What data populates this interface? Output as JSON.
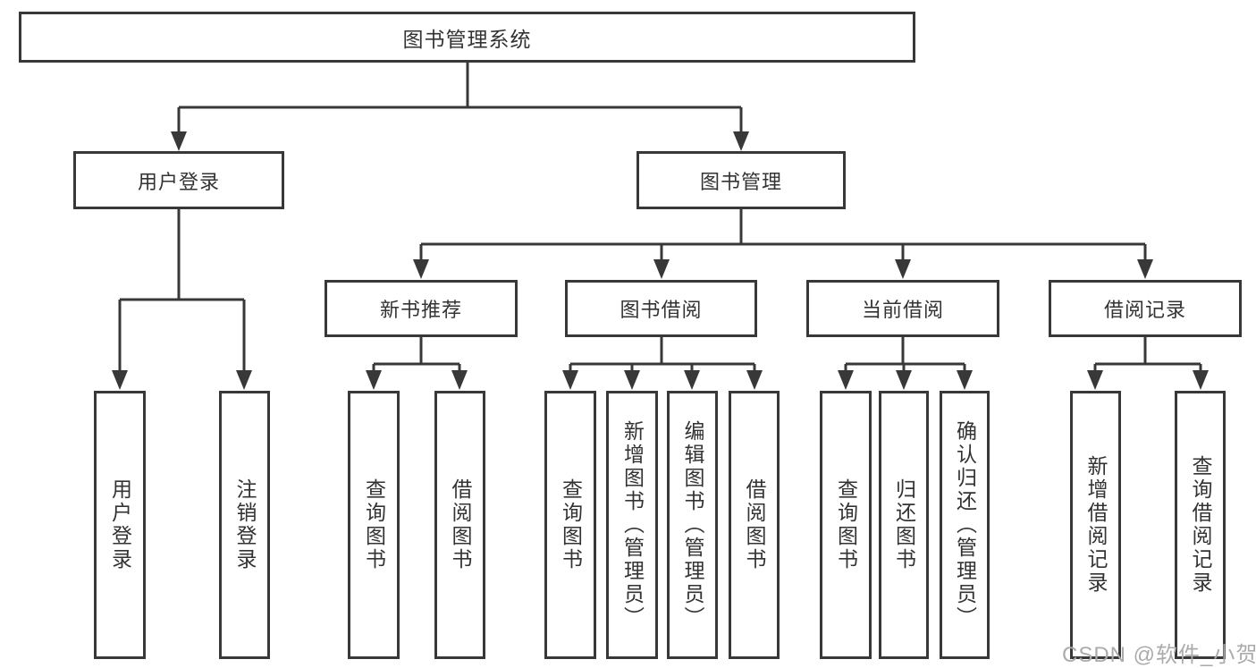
{
  "diagram": {
    "root": {
      "label": "图书管理系统"
    },
    "branches": [
      {
        "label": "用户登录",
        "children": [
          {
            "label": "用户登录"
          },
          {
            "label": "注销登录"
          }
        ]
      },
      {
        "label": "图书管理",
        "children": [
          {
            "label": "新书推荐",
            "children": [
              {
                "label": "查询图书"
              },
              {
                "label": "借阅图书"
              }
            ]
          },
          {
            "label": "图书借阅",
            "children": [
              {
                "label": "查询图书"
              },
              {
                "label": "新增图书（管理员）"
              },
              {
                "label": "编辑图书（管理员）"
              },
              {
                "label": "借阅图书"
              }
            ]
          },
          {
            "label": "当前借阅",
            "children": [
              {
                "label": "查询图书"
              },
              {
                "label": "归还图书"
              },
              {
                "label": "确认归还（管理员）"
              }
            ]
          },
          {
            "label": "借阅记录",
            "children": [
              {
                "label": "新增借阅记录"
              },
              {
                "label": "查询借阅记录"
              }
            ]
          }
        ]
      }
    ]
  },
  "watermark": {
    "text": "CSDN @软件_小贺同学"
  },
  "colors": {
    "line": "#383838",
    "text": "#333333",
    "watermark": "#ababab",
    "background": "#ffffff"
  }
}
